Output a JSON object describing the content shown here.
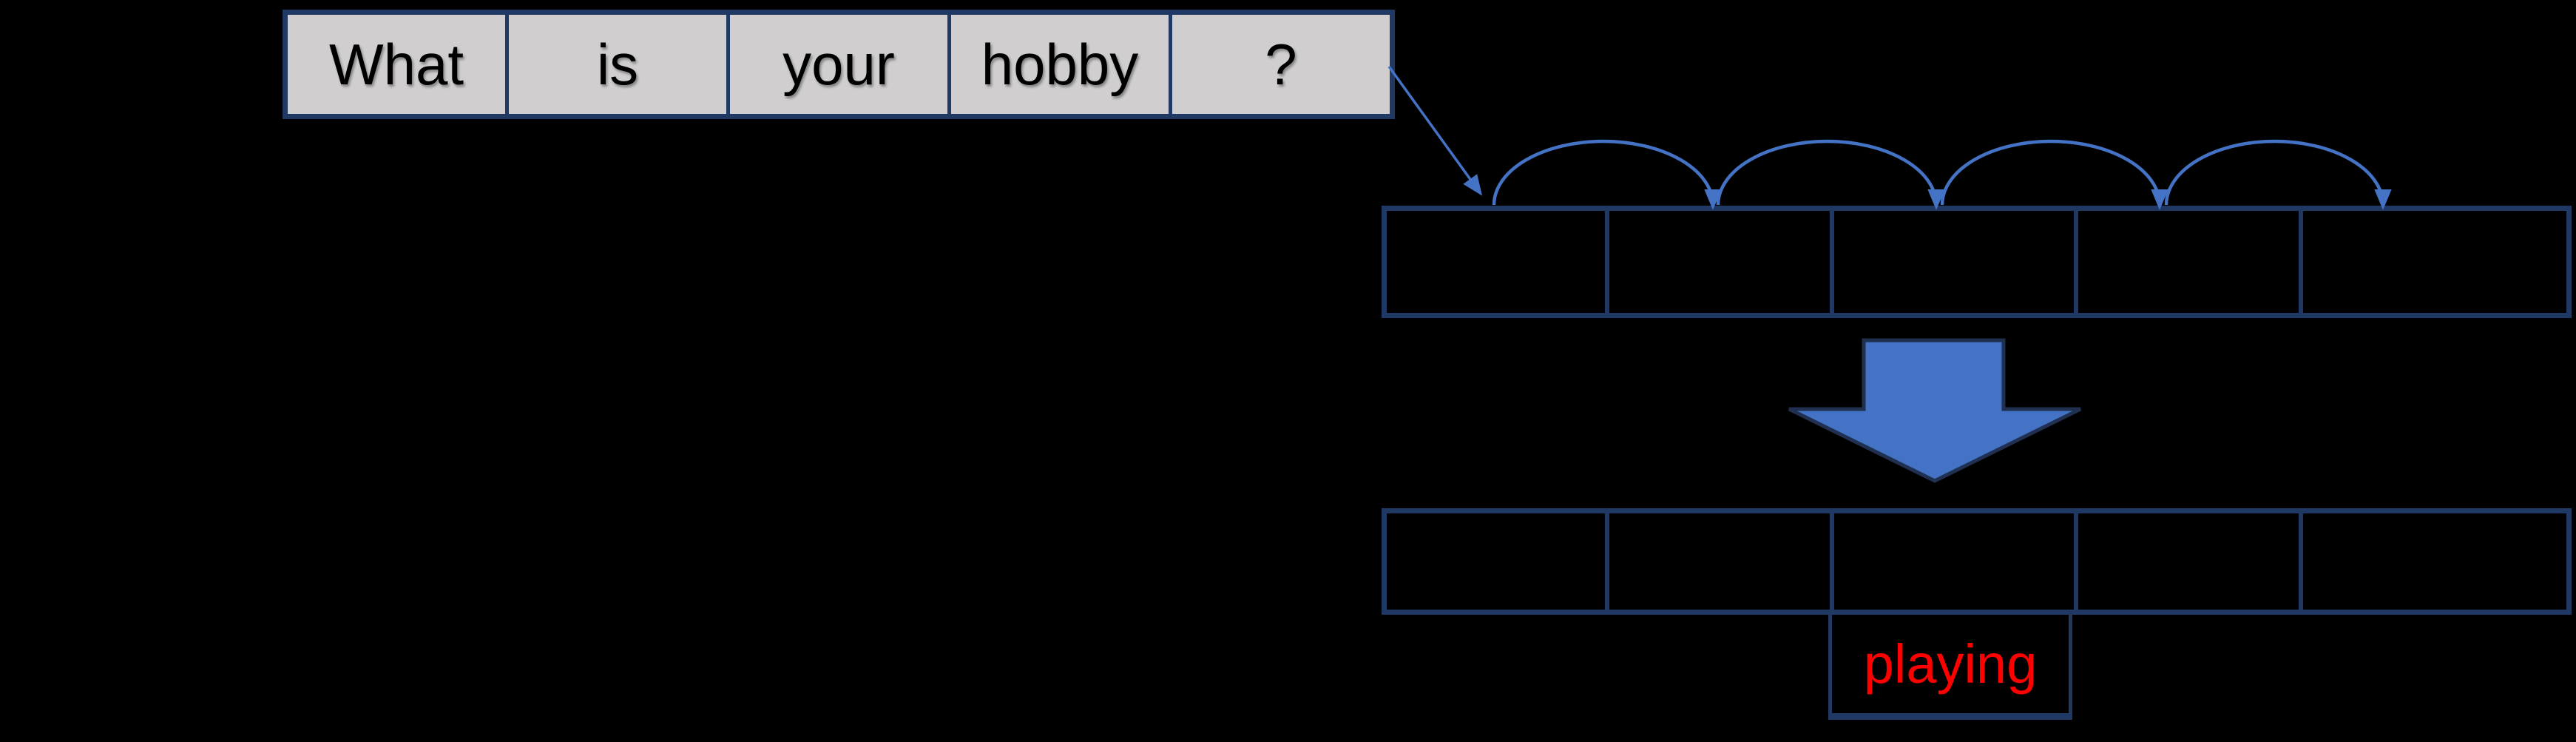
{
  "sentence_row": {
    "words": [
      "What",
      "is",
      "your",
      "hobby",
      "?"
    ]
  },
  "answer": {
    "word": "playing"
  },
  "colors": {
    "background": "#000000",
    "word_box_fill": "#D0CECE",
    "word_text": "#000000",
    "table_border": "#1F3864",
    "flow_blue": "#4472C4",
    "big_arrow_fill": "#4472C4",
    "big_arrow_outline": "#203050",
    "answer_text": "#FF0000"
  }
}
